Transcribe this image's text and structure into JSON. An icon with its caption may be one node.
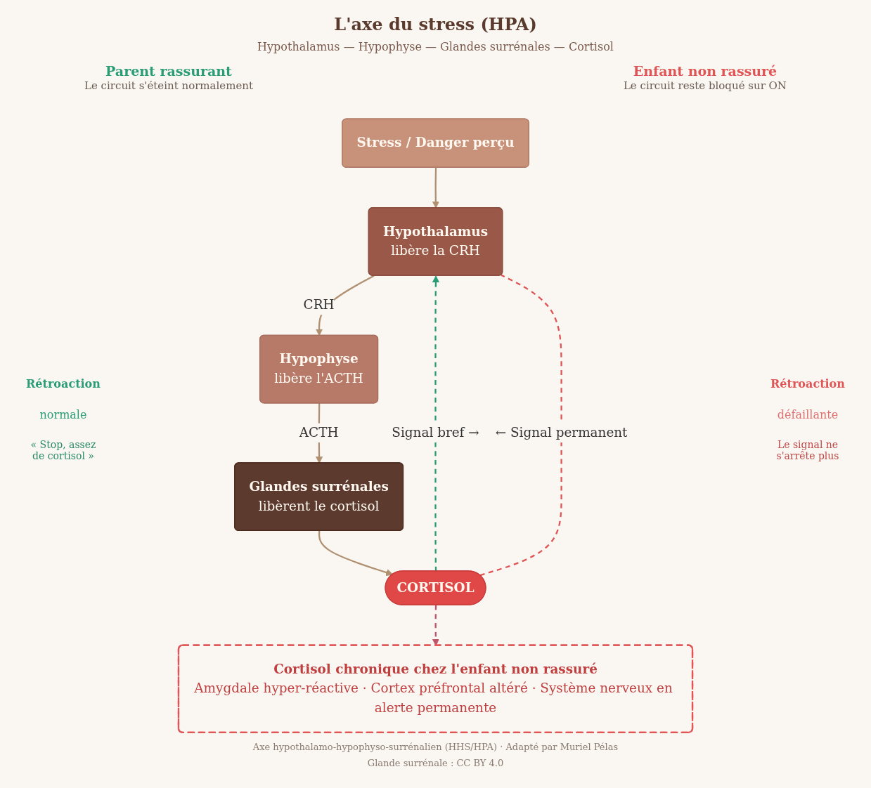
{
  "diagram": {
    "title": "L'axe du stress (HPA)",
    "nodes": [
      {
        "text": [
          "Stress / Danger perçu"
        ]
      },
      {
        "text": [
          "Hypothalamus",
          "libère la CRH"
        ]
      },
      {
        "text": [
          "Hypophyse",
          "libère l'ACTH"
        ]
      },
      {
        "text": [
          "Glandes surrénales",
          "libèrent le cortisol"
        ]
      },
      {
        "text": [
          "CORTISOL"
        ]
      },
      {
        "text": [
          "Cortisol chronique chez l'enfant non rassuré",
          "Amygdale hyper-réactive · Cortex préfrontal altéré · Système nerveux en alerte permanente"
        ]
      }
    ],
    "edges": [
      {
        "from": 0,
        "to": 1,
        "arrow": "to"
      },
      {
        "from": 1,
        "to": 2,
        "arrow": "to",
        "label": "CRH"
      },
      {
        "from": 2,
        "to": 3,
        "arrow": "to",
        "label": "ACTH"
      },
      {
        "from": 3,
        "to": 4,
        "arrow": "to"
      },
      {
        "from": 4,
        "to": 1,
        "arrow": "to",
        "label": "Signal bref →",
        "style": "dashed",
        "color": "#2a9d76"
      },
      {
        "from": 4,
        "to": 1,
        "arrow": "none",
        "label": "← Signal permanent",
        "style": "dashed",
        "color": "#e05555"
      },
      {
        "from": 4,
        "to": 5,
        "arrow": "to",
        "style": "dashed",
        "color": "#c0556a"
      }
    ],
    "labels": [
      "Hypothalamus — Hypophyse — Glandes surrénales — Cortisol",
      "Parent rassurant",
      "Le circuit s'éteint normalement",
      "Enfant non rassuré",
      "Le circuit reste bloqué sur ON",
      "Rétroaction",
      "défaillante",
      "Le signal ne s'arrête plus",
      "Rétroaction",
      "normale",
      "« Stop, assez de cortisol »",
      "Axe hypothalamo-hypophyso-surrénalien (HHS/HPA) · Adapté par Muriel Pélas",
      "Glande surrénale : CC BY 4.0"
    ]
  }
}
